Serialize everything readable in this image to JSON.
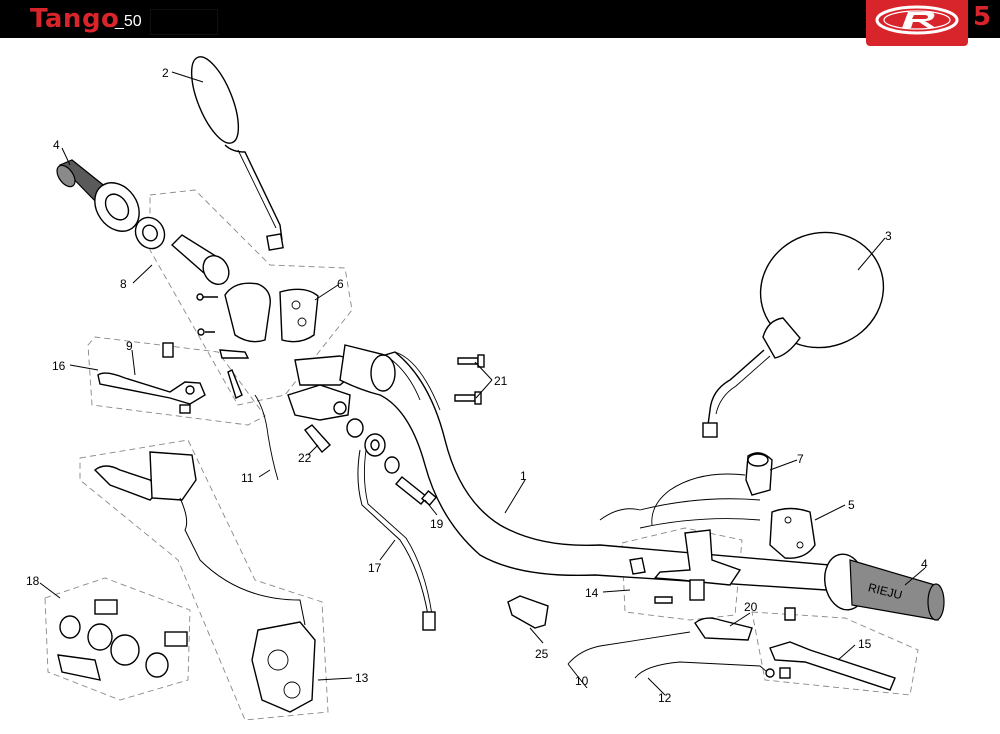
{
  "header": {
    "title": "Tango",
    "version": "_50",
    "page_number": "5",
    "brand_logo": "rieju-logo",
    "accent_color": "#d8242b"
  },
  "callouts": {
    "c1": "1",
    "c2": "2",
    "c3": "3",
    "c4a": "4",
    "c4b": "4",
    "c5": "5",
    "c6": "6",
    "c7": "7",
    "c8": "8",
    "c9": "9",
    "c10": "10",
    "c11": "11",
    "c12": "12",
    "c13": "13",
    "c14": "14",
    "c15": "15",
    "c16": "16",
    "c17": "17",
    "c18": "18",
    "c19": "19",
    "c20": "20",
    "c21": "21",
    "c22": "22",
    "c25": "25"
  },
  "grip_text": "RIEJU"
}
